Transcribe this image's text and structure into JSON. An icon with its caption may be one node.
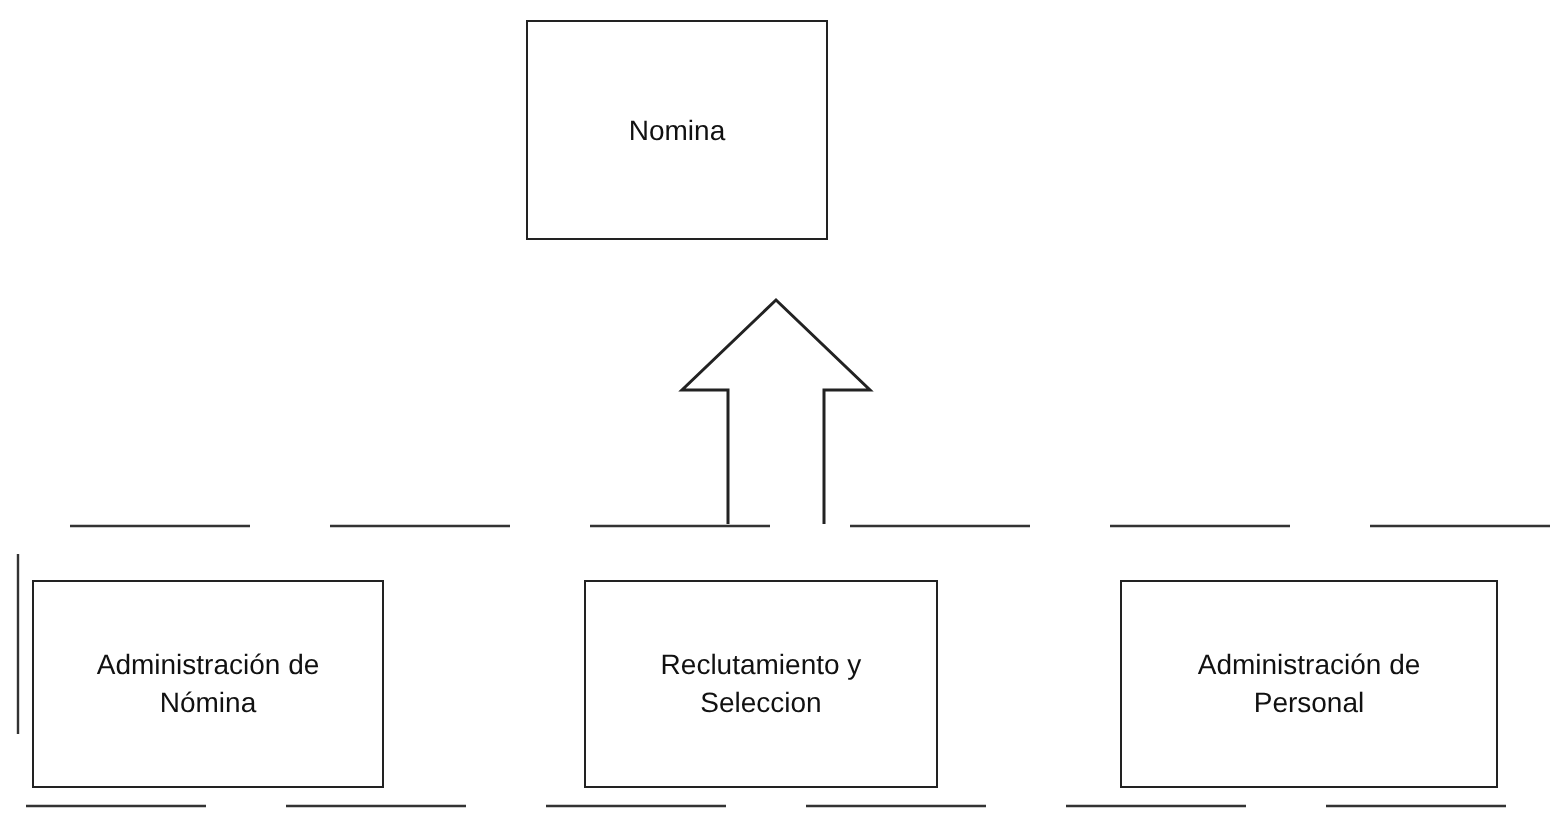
{
  "diagram": {
    "nodes": [
      {
        "text": [
          "Nomina"
        ]
      },
      {
        "text": [],
        "shape": "box"
      },
      {
        "text": [
          "Administración de Nómina"
        ],
        "in": 1
      },
      {
        "text": [
          "Reclutamiento y Seleccion"
        ],
        "in": 1
      },
      {
        "text": [
          "Administración de Personal"
        ],
        "in": 1
      }
    ],
    "edges": [
      {
        "from": 1,
        "to": 0,
        "arrow": "to"
      }
    ]
  }
}
